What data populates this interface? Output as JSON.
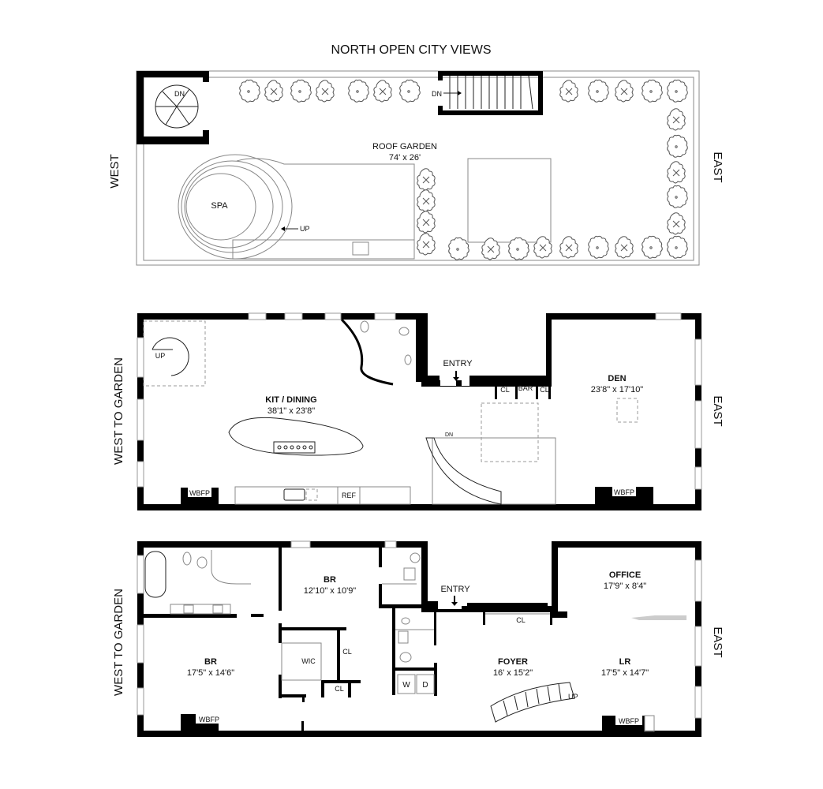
{
  "title": "NORTH OPEN CITY VIEWS",
  "roof": {
    "west_label": "WEST",
    "east_label": "EAST",
    "room": "ROOF GARDEN",
    "room_dims": "74' x 26'",
    "spa": "SPA",
    "up": "UP",
    "dn_spiral": "DN",
    "dn_stair": "DN"
  },
  "upper": {
    "west_label": "WEST TO GARDEN",
    "east_label": "EAST",
    "spiral_up": "UP",
    "entry": "ENTRY",
    "kit_name": "KIT / DINING",
    "kit_dims": "38'1\" x 23'8\"",
    "den_name": "DEN",
    "den_dims": "23'8\" x 17'10\"",
    "cl1": "CL",
    "bar": "BAR",
    "cl2": "CL",
    "stair_dn": "DN",
    "wbfp_left": "WBFP",
    "wbfp_right": "WBFP",
    "ref": "REF"
  },
  "lower": {
    "west_label": "WEST TO GARDEN",
    "east_label": "EAST",
    "entry": "ENTRY",
    "br1_name": "BR",
    "br1_dims": "12'10\" x 10'9\"",
    "br2_name": "BR",
    "br2_dims": "17'5\" x 14'6\"",
    "wic": "WIC",
    "cl_a": "CL",
    "cl_b": "CL",
    "cl_c": "CL",
    "w": "W",
    "d": "D",
    "office_name": "OFFICE",
    "office_dims": "17'9\" x 8'4\"",
    "foyer_name": "FOYER",
    "foyer_dims": "16' x 15'2\"",
    "lr_name": "LR",
    "lr_dims": "17'5\" x 14'7\"",
    "up": "UP",
    "wbfp_left": "WBFP",
    "wbfp_right": "WBFP"
  }
}
